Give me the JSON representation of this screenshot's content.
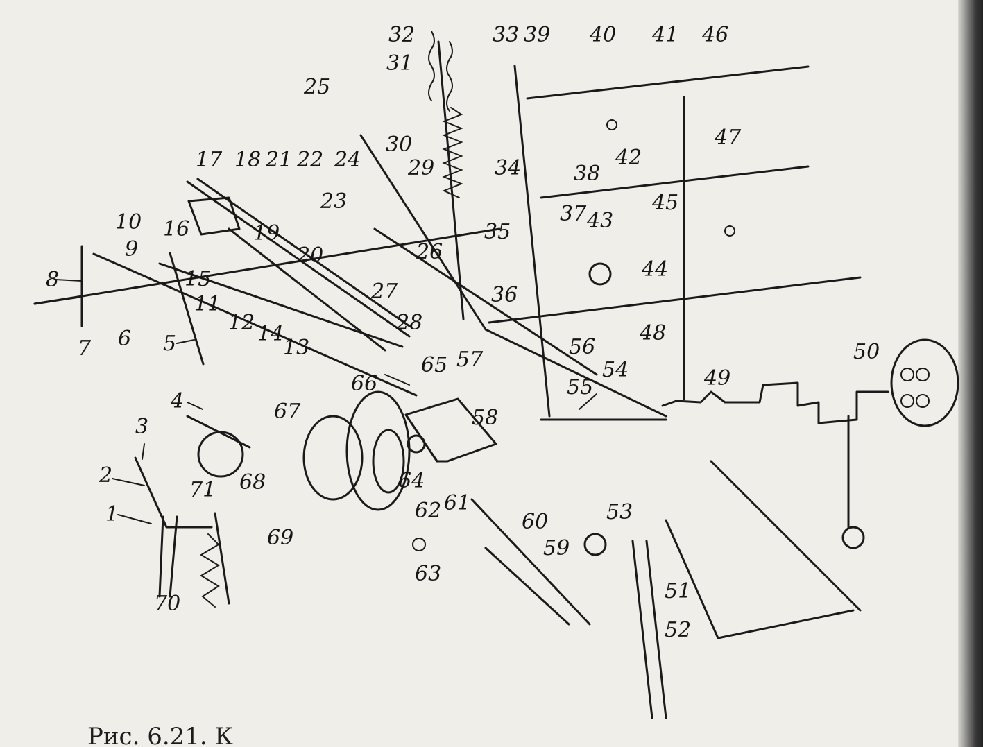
{
  "figure": {
    "caption_visible": "Рис. 6.21. К"
  },
  "labels": [
    "1",
    "2",
    "3",
    "4",
    "5",
    "6",
    "7",
    "8",
    "9",
    "10",
    "11",
    "12",
    "13",
    "14",
    "15",
    "16",
    "17",
    "18",
    "19",
    "20",
    "21",
    "22",
    "23",
    "24",
    "25",
    "26",
    "27",
    "28",
    "29",
    "30",
    "31",
    "32",
    "33",
    "34",
    "35",
    "36",
    "37",
    "38",
    "39",
    "40",
    "41",
    "42",
    "43",
    "44",
    "45",
    "46",
    "47",
    "48",
    "49",
    "50",
    "51",
    "52",
    "53",
    "54",
    "55",
    "56",
    "57",
    "58",
    "59",
    "60",
    "61",
    "62",
    "63",
    "64",
    "65",
    "66",
    "67",
    "68",
    "69",
    "70",
    "71"
  ]
}
